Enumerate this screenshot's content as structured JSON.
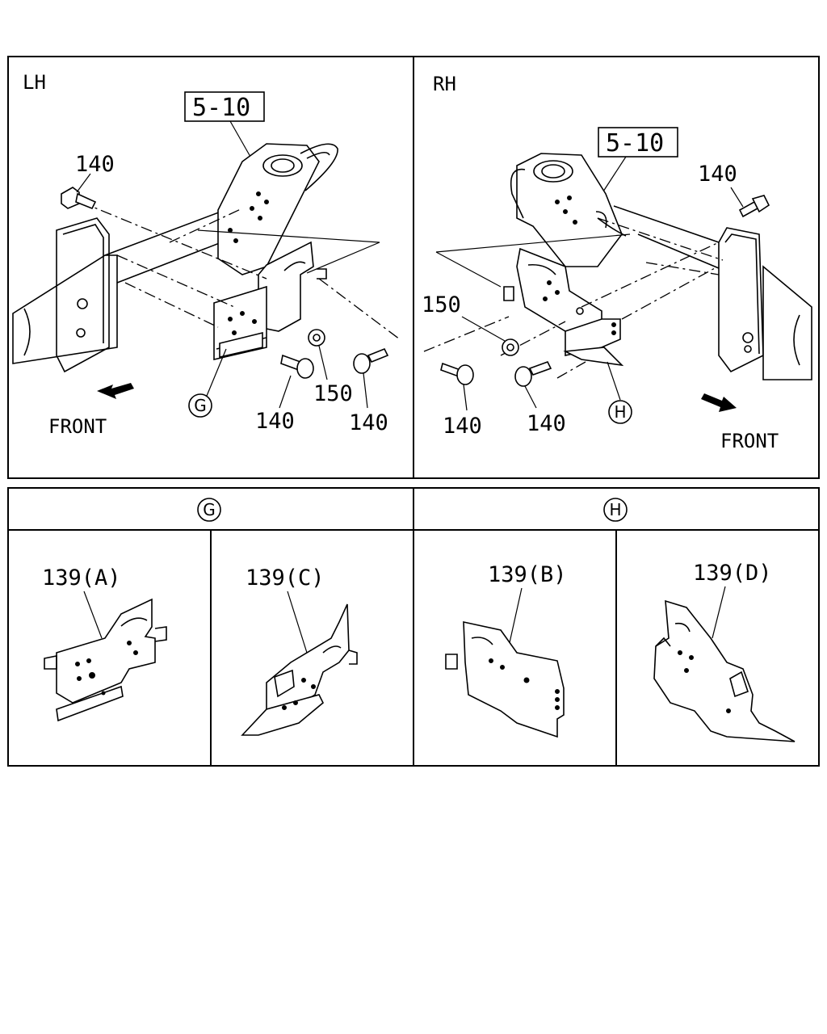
{
  "panels": {
    "lh": {
      "side_label": "LH",
      "ref_box": "5-10",
      "front_label": "FRONT",
      "callouts": [
        "140",
        "150",
        "140",
        "140"
      ],
      "view_ref": "G"
    },
    "rh": {
      "side_label": "RH",
      "ref_box": "5-10",
      "front_label": "FRONT",
      "callouts": [
        "140",
        "150",
        "140",
        "140"
      ],
      "view_ref": "H"
    }
  },
  "details": {
    "g_header": "G",
    "h_header": "H",
    "items": [
      "139(A)",
      "139(C)",
      "139(B)",
      "139(D)"
    ]
  }
}
